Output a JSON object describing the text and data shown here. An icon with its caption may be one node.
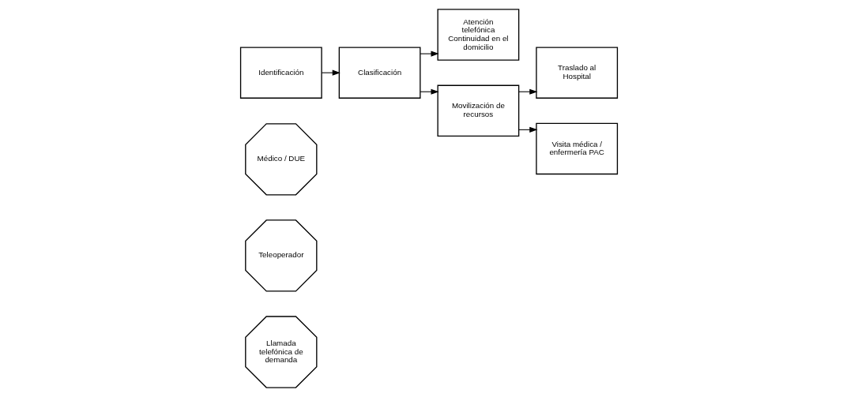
{
  "diagram": {
    "nodes": [
      {
        "text": [
          "Llamada telefónica de demanda"
        ]
      },
      {
        "text": [
          "Teleoperador"
        ]
      },
      {
        "text": [
          "Médico / DUE"
        ]
      },
      {
        "text": [
          "Identificación"
        ]
      },
      {
        "text": [
          "Clasificación"
        ]
      },
      {
        "text": [
          "Atención telefónica Continuidad en el domicilio"
        ]
      },
      {
        "text": [
          "Movilización de recursos"
        ]
      },
      {
        "text": [
          "Traslado al Hospital"
        ]
      },
      {
        "text": [
          "Visita médica / enfermería PAC"
        ]
      }
    ],
    "edges": [
      {
        "from": 3,
        "to": 4,
        "arrow": "to"
      },
      {
        "from": 4,
        "to": 5,
        "arrow": "to"
      },
      {
        "from": 4,
        "to": 6,
        "arrow": "to"
      },
      {
        "from": 6,
        "to": 7,
        "arrow": "to"
      },
      {
        "from": 6,
        "to": 8,
        "arrow": "to"
      }
    ]
  }
}
